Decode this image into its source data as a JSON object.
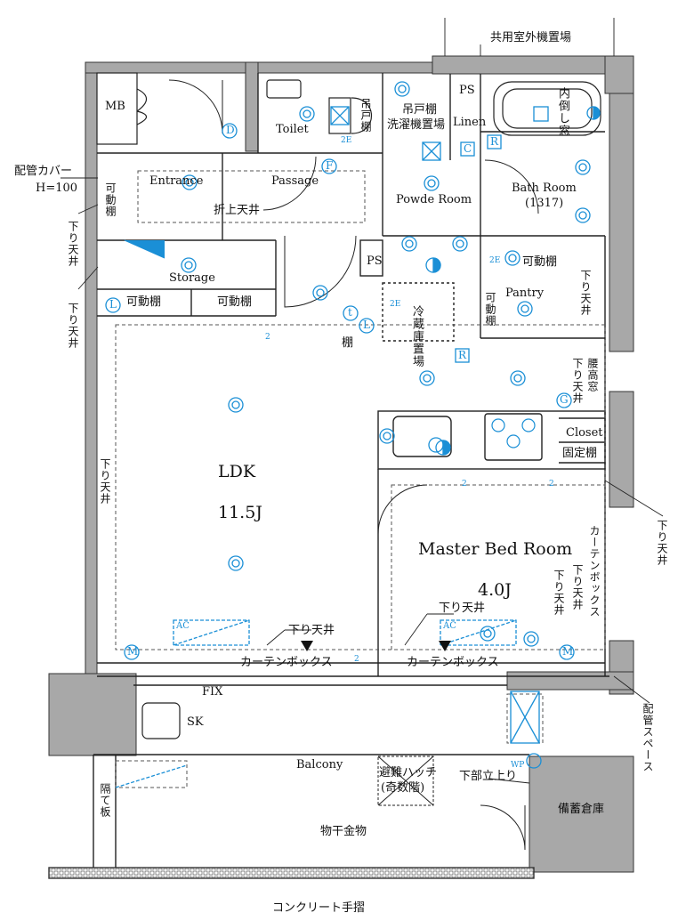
{
  "labels": {
    "outdoor_unit": "共用室外機置場",
    "mb": "MB",
    "pipe_cover": "配管カバー",
    "pipe_cover_h": "H=100",
    "toilet": "Toilet",
    "hanging_shelf": "吊戸棚",
    "laundry_hanging": "吊戸棚",
    "laundry_place": "洗濯機置場",
    "ps_top": "PS",
    "linen": "Linen",
    "uchi_taoshi_mado": "内倒し窓",
    "entrance": "Entrance",
    "passage": "Passage",
    "folding_ceiling": "折上天井",
    "powder_room": "Powde Room",
    "bath_room": "Bath Room",
    "bath_size": "(1317)",
    "movable_shelf_v": "可動棚",
    "lowered_ceiling_left": "下り天井",
    "lowered_ceiling_left2": "下り天井",
    "storage": "Storage",
    "movable_shelf_1": "可動棚",
    "movable_shelf_2": "可動棚",
    "ps_mid": "PS",
    "movable_shelf_top_right": "可動棚",
    "pantry": "Pantry",
    "movable_shelf_pantry": "可動棚",
    "lowered_ceiling_pantry": "下り天井",
    "fridge": "冷蔵庫置場",
    "shelf_tana": "棚",
    "waist_window": "腰高窓",
    "lowered_ceiling_kitchen": "下り天井",
    "closet": "Closet",
    "fixed_shelf": "固定棚",
    "ldk": "LDK",
    "ldk_size": "11.5J",
    "lowered_ceiling_ldk": "下り天井",
    "master_bed": "Master Bed Room",
    "master_size": "4.0J",
    "curtain_box_v": "カーテンボックス",
    "lowered_ceiling_mb1": "下り天井",
    "lowered_ceiling_mb2": "下り天井",
    "lowered_ceiling_right": "下り天井",
    "lowered_ceiling_bottom1": "下り天井",
    "lowered_ceiling_bottom2": "下り天井",
    "curtain_box_1": "カーテンボックス",
    "curtain_box_2": "カーテンボックス",
    "fix": "FIX",
    "pipe_space": "配管スペース",
    "sk": "SK",
    "balcony": "Balcony",
    "evac_hatch": "避難ハッチ",
    "evac_hatch_sub": "(奇数階)",
    "downpipe": "下部立上り",
    "storage_shed": "備蓄倉庫",
    "partition": "隔て板",
    "drying_hardware": "物干金物",
    "concrete_rail": "コンクリート手摺",
    "ac": "AC",
    "ac2": "AC"
  },
  "symbols": {
    "D": "D",
    "F": "F",
    "L": "L",
    "t": "t",
    "G": "G",
    "M": "M",
    "R": "R",
    "C": "C",
    "two": "2",
    "twoE": "2E",
    "WP": "WP"
  },
  "colors": {
    "wall": "#9a9a9a",
    "line": "#222222",
    "electric": "#1a8fd6"
  }
}
